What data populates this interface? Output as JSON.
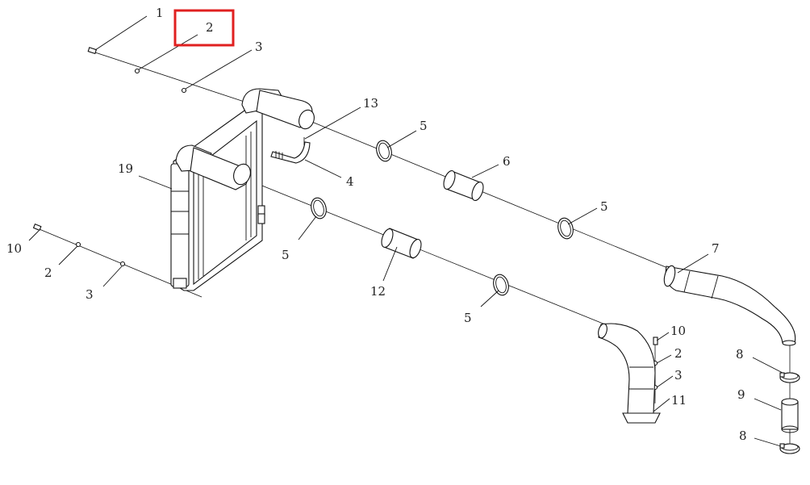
{
  "highlight": {
    "label": "2",
    "color": "#e02020"
  },
  "callouts": {
    "c1": "1",
    "c2_top": "2",
    "c3_top": "3",
    "c13": "13",
    "c4": "4",
    "c19": "19",
    "c5_a": "5",
    "c6": "6",
    "c5_b": "5",
    "c5_c": "5",
    "c12": "12",
    "c5_d": "5",
    "c7": "7",
    "c10_left": "10",
    "c2_left": "2",
    "c3_left": "3",
    "c10_right": "10",
    "c2_right": "2",
    "c3_right": "3",
    "c11": "11",
    "c8_top": "8",
    "c9": "9",
    "c8_bottom": "8"
  }
}
